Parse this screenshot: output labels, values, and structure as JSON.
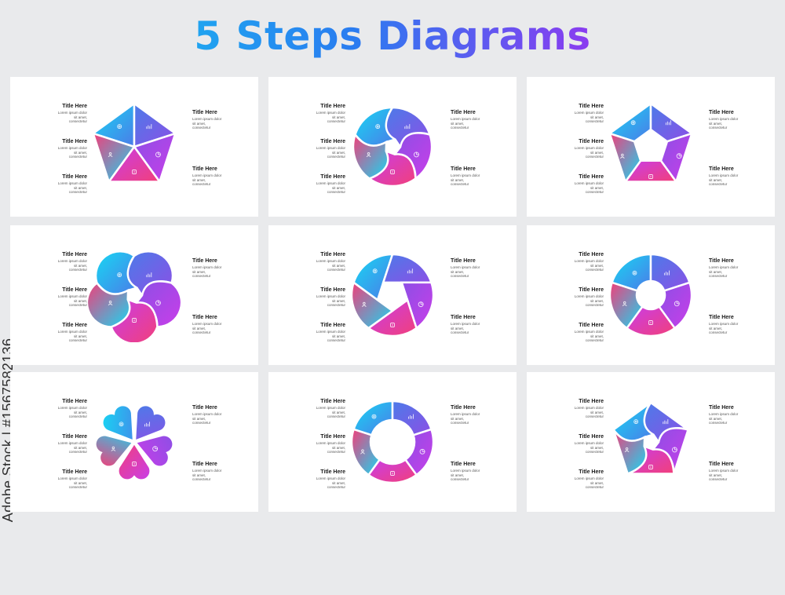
{
  "title": "5 Steps Diagrams",
  "credit": "Adobe Stock | #156758213­6",
  "label": {
    "title": "Title Here",
    "desc": "Lorem ipsum dolor\nsit amet,\nconsectetur"
  },
  "colors": {
    "cyan": "#16d8f3",
    "blue": "#4c7be8",
    "purple": "#8c4fe6",
    "magenta": "#c93ee8",
    "pink": "#f23f7a"
  },
  "icons": [
    "gear-icon",
    "bar-chart-icon",
    "pie-chart-icon",
    "target-icon",
    "user-icon"
  ],
  "diagrams": [
    {
      "style": "pentagon-wedges"
    },
    {
      "style": "swirl-circle"
    },
    {
      "style": "pentagon-frame"
    },
    {
      "style": "swirl-flower"
    },
    {
      "style": "pinwheel-circle"
    },
    {
      "style": "donut-segments"
    },
    {
      "style": "hearts-flower"
    },
    {
      "style": "ring-arrows"
    },
    {
      "style": "swirl-pentagon"
    }
  ]
}
